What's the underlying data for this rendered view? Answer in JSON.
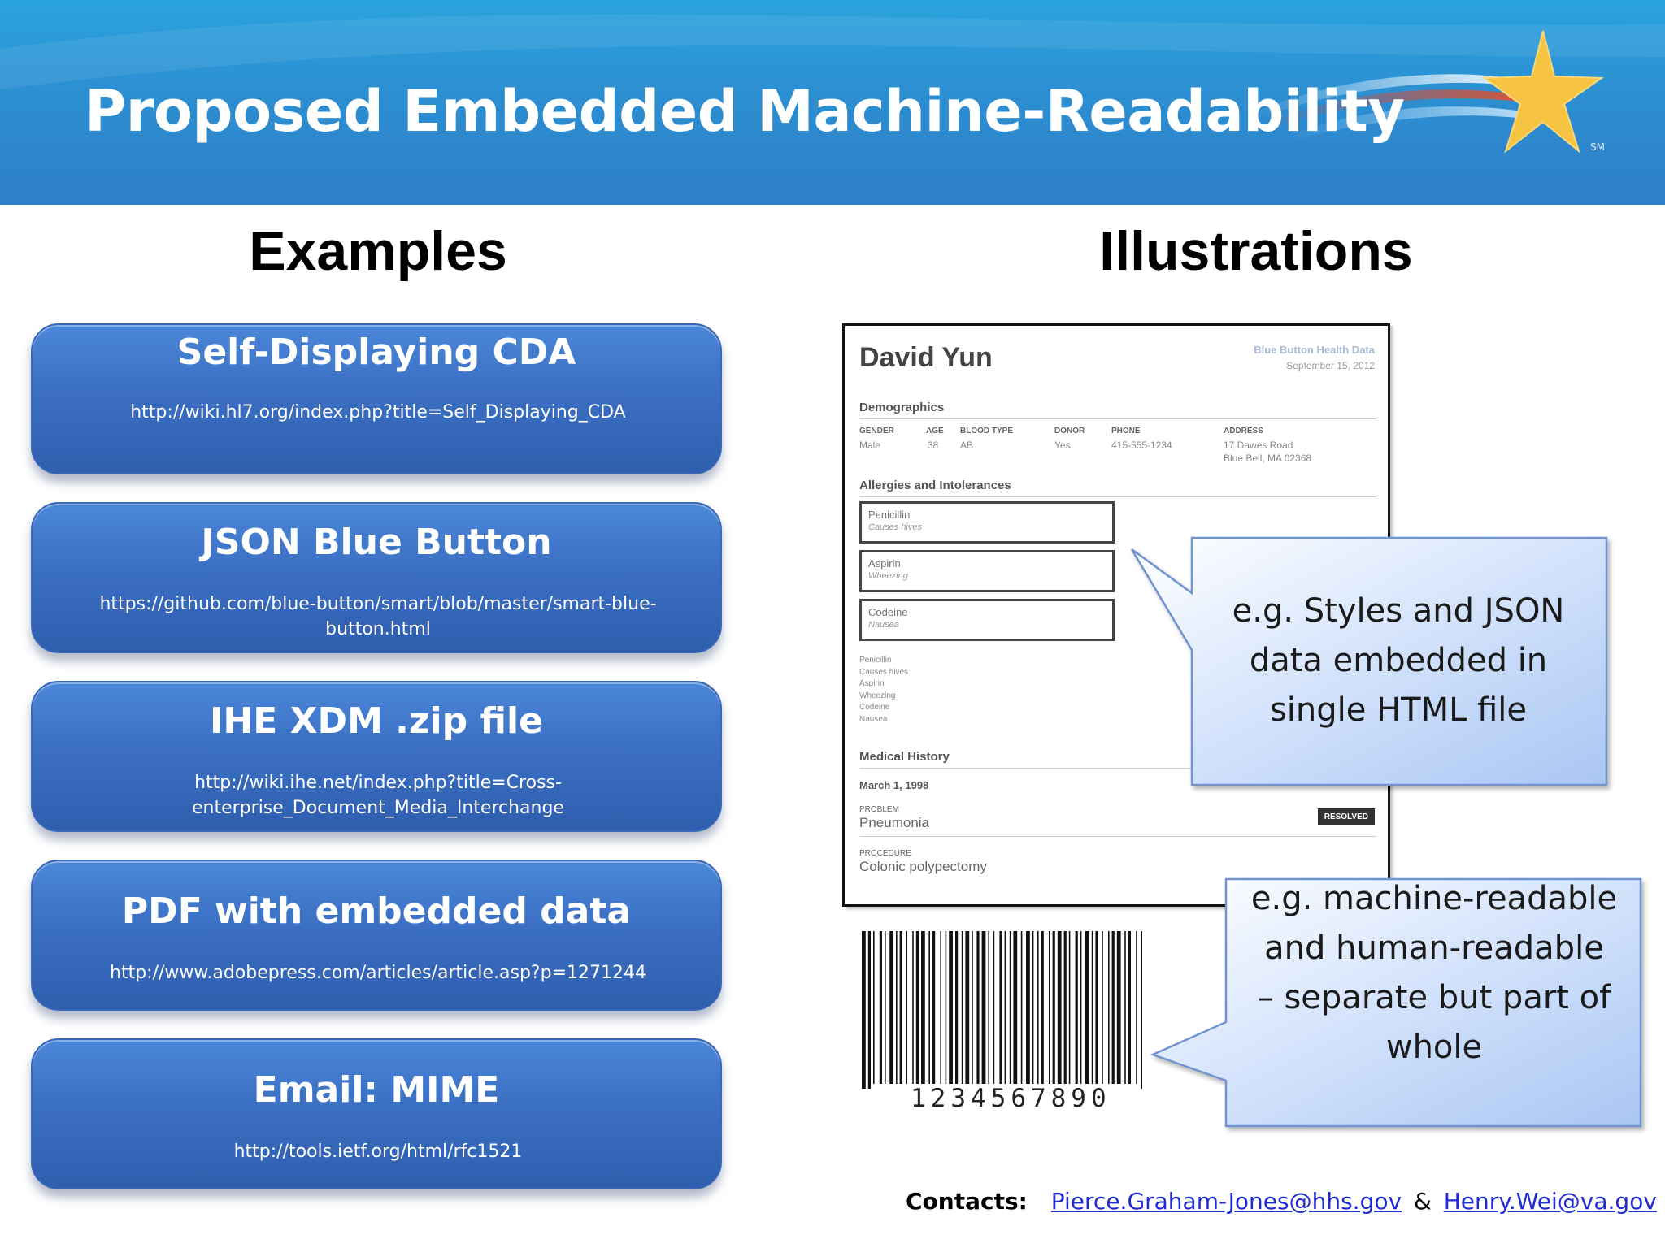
{
  "slide": {
    "title": "Proposed Embedded Machine-Readability",
    "logo_mark": "SM",
    "banner_colors": [
      "#2aa3dd",
      "#2f7fc7"
    ],
    "star_color": "#f6c343"
  },
  "columns": {
    "left_heading": "Examples",
    "right_heading": "Illustrations"
  },
  "examples": [
    {
      "title": "Self-Displaying CDA",
      "url": "http://wiki.hl7.org/index.php?title=Self_Displaying_CDA"
    },
    {
      "title": "JSON Blue Button",
      "url": "https://github.com/blue-button/smart/blob/master/smart-blue-button.html"
    },
    {
      "title": "IHE XDM .zip file",
      "url": "http://wiki.ihe.net/index.php?title=Cross-enterprise_Document_Media_Interchange"
    },
    {
      "title": "PDF with embedded data",
      "url": "http://www.adobepress.com/articles/article.asp?p=1271244"
    },
    {
      "title": "Email: MIME",
      "url": "http://tools.ietf.org/html/rfc1521"
    }
  ],
  "document": {
    "patient_name": "David Yun",
    "source_title": "Blue Button Health Data",
    "date": "September 15, 2012",
    "demographics_heading": "Demographics",
    "demographics": {
      "labels": [
        "GENDER",
        "AGE",
        "BLOOD TYPE",
        "DONOR",
        "PHONE",
        "ADDRESS"
      ],
      "values": [
        "Male",
        "38",
        "AB",
        "Yes",
        "415-555-1234",
        "17 Dawes Road"
      ],
      "address_line2": "Blue Bell, MA 02368"
    },
    "allergies_heading": "Allergies and Intolerances",
    "allergies": [
      {
        "name": "Penicillin",
        "reaction": "Causes hives"
      },
      {
        "name": "Aspirin",
        "reaction": "Wheezing"
      },
      {
        "name": "Codeine",
        "reaction": "Nausea"
      }
    ],
    "plain_list": [
      "Penicillin",
      "Causes hives",
      "Aspirin",
      "Wheezing",
      "Codeine",
      "Nausea"
    ],
    "history_heading": "Medical History",
    "history_date": "March 1, 1998",
    "problem_label": "PROBLEM",
    "problem_value": "Pneumonia",
    "status_badge": "RESOLVED",
    "procedure_label": "PROCEDURE",
    "procedure_value": "Colonic polypectomy"
  },
  "barcode": {
    "digits": "1234567890"
  },
  "callouts": {
    "one": [
      "e.g. Styles and JSON",
      "data embedded in",
      "single HTML file"
    ],
    "two": [
      "e.g. machine-readable",
      "and human-readable",
      "– separate but part of",
      "whole"
    ]
  },
  "contacts": {
    "label": "Contacts:",
    "email1": "Pierce.Graham-Jones@hhs.gov",
    "separator": "&",
    "email2": "Henry.Wei@va.gov"
  }
}
